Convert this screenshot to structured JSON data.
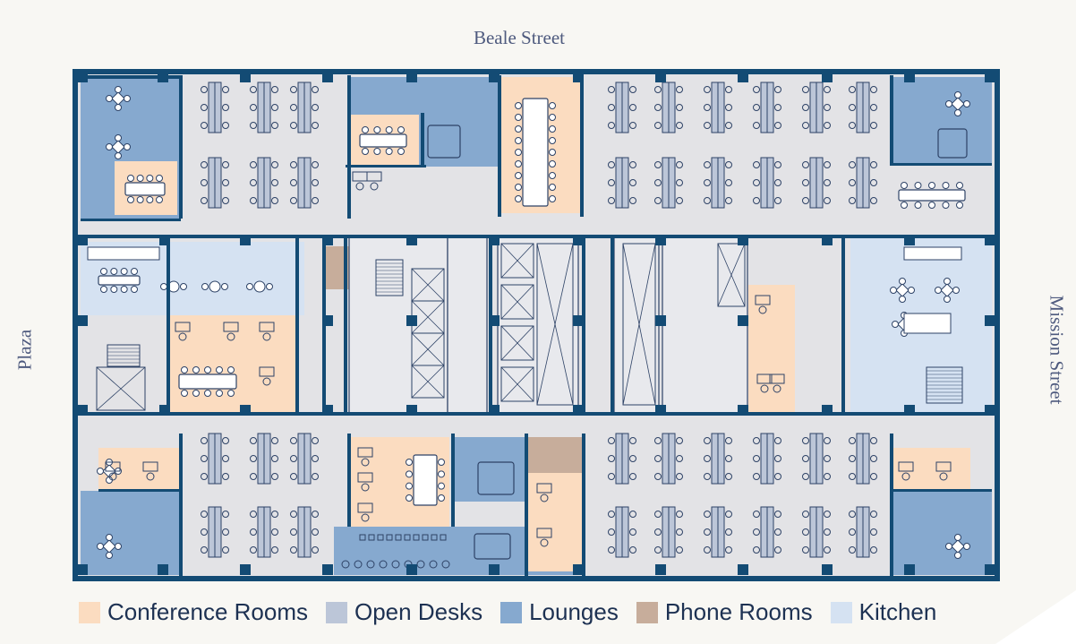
{
  "streets": {
    "top": "Beale Street",
    "left": "Plaza",
    "right": "Mission Street"
  },
  "colors": {
    "wall": "#134b74",
    "corridor": "#e3e3e6",
    "conference": "#fbdcc0",
    "desks": "#bcc6d8",
    "lounge": "#86a9cf",
    "phone": "#c7ad9b",
    "kitchen": "#d5e2f2",
    "furniture": "#2d4266"
  },
  "legend": [
    {
      "label": "Conference Rooms",
      "color": "#fbdcc0"
    },
    {
      "label": "Open Desks",
      "color": "#bcc6d8"
    },
    {
      "label": "Lounges",
      "color": "#86a9cf"
    },
    {
      "label": "Phone Rooms",
      "color": "#c7ad9b"
    },
    {
      "label": "Kitchen",
      "color": "#d5e2f2"
    }
  ]
}
